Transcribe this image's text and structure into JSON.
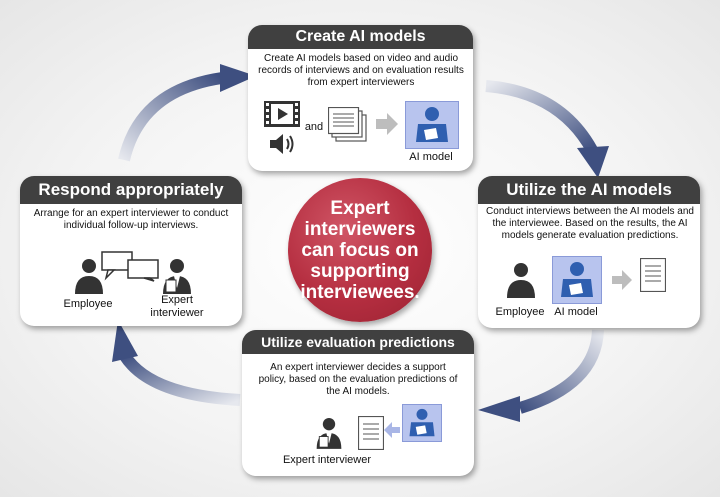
{
  "center": {
    "text": "Expert interviewers can focus on supporting interviewees."
  },
  "cards": {
    "create": {
      "title": "Create AI models",
      "description": "Create AI models based on video and audio records of interviews and on evaluation results from expert interviewers",
      "and_label": "and",
      "ai_model_label": "AI model"
    },
    "utilize_models": {
      "title": "Utilize the AI models",
      "description": "Conduct interviews between the AI models and the interviewee. Based on the results, the AI models generate evaluation predictions.",
      "employee_label": "Employee",
      "ai_model_label": "AI model"
    },
    "utilize_predictions": {
      "title": "Utilize evaluation predictions",
      "description": "An expert interviewer decides a support policy, based on the evaluation predictions of the AI models.",
      "expert_label": "Expert interviewer"
    },
    "respond": {
      "title": "Respond appropriately",
      "description": "Arrange for an expert interviewer to conduct individual follow-up interviews.",
      "employee_label": "Employee",
      "expert_label": "Expert interviewer"
    }
  },
  "colors": {
    "title_bar": "#404040",
    "center_circle": "#b52e40",
    "cycle_arrow": "#4a5a8a",
    "ai_icon_bg": "#b8c4ee",
    "ai_icon_blue": "#2f5fb0"
  },
  "icons": [
    "video-icon",
    "speaker-icon",
    "document-stack-icon",
    "right-arrow-icon",
    "ai-model-icon",
    "person-icon",
    "speech-bubble-icon",
    "expert-person-icon",
    "document-icon"
  ]
}
